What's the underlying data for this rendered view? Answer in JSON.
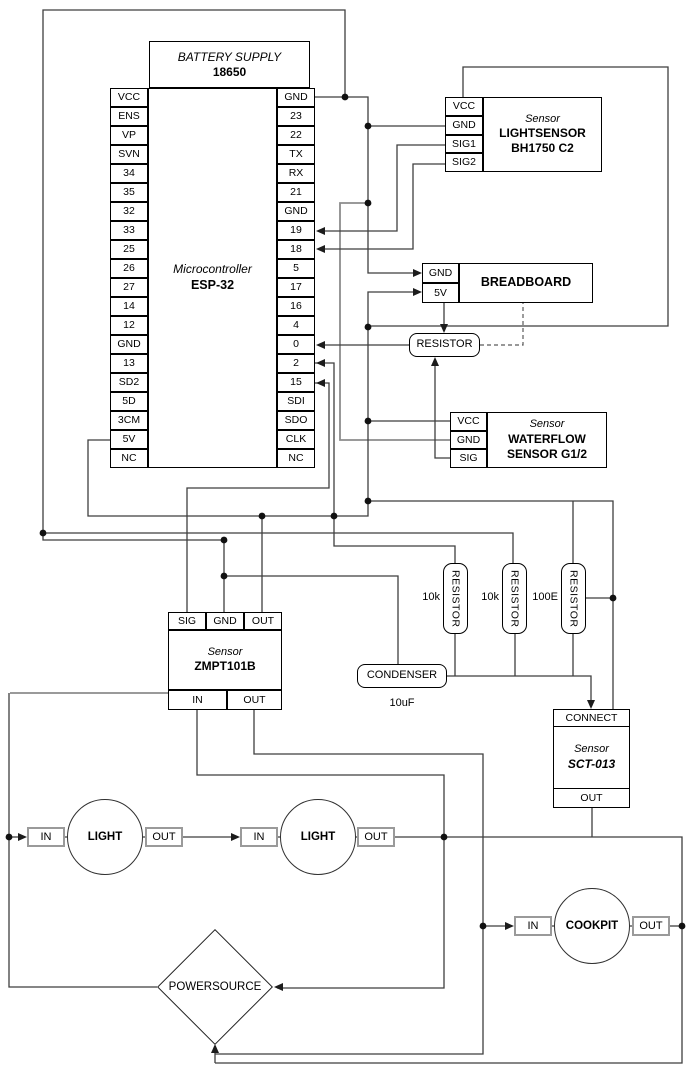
{
  "battery": {
    "line1": "BATTERY SUPPLY",
    "line2": "18650"
  },
  "esp": {
    "title_line1": "Microcontroller",
    "title_line2": "ESP-32",
    "left_pins": [
      "VCC",
      "ENS",
      "VP",
      "SVN",
      "34",
      "35",
      "32",
      "33",
      "25",
      "26",
      "27",
      "14",
      "12",
      "GND",
      "13",
      "SD2",
      "5D",
      "3CM",
      "5V",
      "NC"
    ],
    "right_pins": [
      "GND",
      "23",
      "22",
      "TX",
      "RX",
      "21",
      "GND",
      "19",
      "18",
      "5",
      "17",
      "16",
      "4",
      "0",
      "2",
      "15",
      "SDI",
      "SDO",
      "CLK",
      "NC"
    ]
  },
  "light_sensor": {
    "type_label": "Sensor",
    "name_line1": "LIGHTSENSOR",
    "name_line2": "BH1750 C2",
    "pins": [
      "VCC",
      "GND",
      "SIG1",
      "SIG2"
    ]
  },
  "breadboard": {
    "name": "BREADBOARD",
    "pins": [
      "GND",
      "5V"
    ]
  },
  "resistor_main": {
    "label": "RESISTOR"
  },
  "waterflow": {
    "type_label": "Sensor",
    "name_line1": "WATERFLOW",
    "name_line2": "SENSOR G1/2",
    "pins": [
      "VCC",
      "GND",
      "SIG"
    ]
  },
  "zmpt": {
    "type_label": "Sensor",
    "name": "ZMPT101B",
    "top_pins": [
      "SIG",
      "GND",
      "OUT"
    ],
    "bottom_pins": [
      "IN",
      "OUT"
    ]
  },
  "divider_resistors": [
    {
      "label": "RESISTOR",
      "value": "10k"
    },
    {
      "label": "RESISTOR",
      "value": "10k"
    },
    {
      "label": "RESISTOR",
      "value": "100E"
    }
  ],
  "condenser": {
    "label": "CONDENSER",
    "value": "10uF"
  },
  "sct": {
    "top_pin": "CONNECT",
    "type_label": "Sensor",
    "name": "SCT-013",
    "bottom_pin": "OUT"
  },
  "lights": [
    {
      "name": "LIGHT",
      "in": "IN",
      "out": "OUT"
    },
    {
      "name": "LIGHT",
      "in": "IN",
      "out": "OUT"
    }
  ],
  "cookpit": {
    "name": "COOKPIT",
    "in": "IN",
    "out": "OUT"
  },
  "powersource": {
    "name": "POWERSOURCE"
  },
  "colors": {
    "wire": "#3f3f3f",
    "wire_gray": "#8c8c8c",
    "box_border": "#000000",
    "background": "#ffffff"
  }
}
